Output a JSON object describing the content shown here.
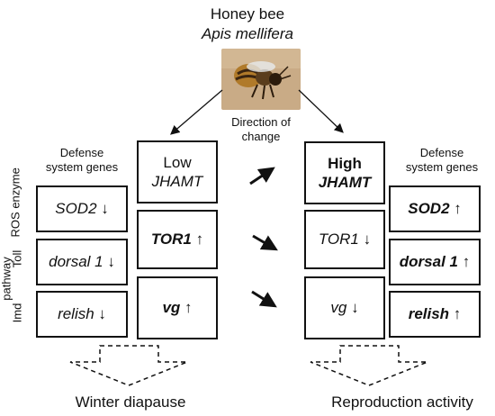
{
  "header": {
    "common_name": "Honey bee",
    "species": "Apis mellifera"
  },
  "direction_label": "Direction of change",
  "left_defense_label": "Defense system genes",
  "right_defense_label": "Defense system genes",
  "pathway_labels": {
    "ros": "ROS enzyme",
    "toll": "Toll",
    "imd": "Imd",
    "pathway": "pathway"
  },
  "left_defense": {
    "sod2": "SOD2 ↓",
    "dorsal": "dorsal 1 ↓",
    "relish": "relish ↓"
  },
  "left_center": {
    "jhamt_level": "Low",
    "jhamt_gene": "JHAMT",
    "tor1": "TOR1 ↑",
    "vg": "vg ↑"
  },
  "right_center": {
    "jhamt_level": "High",
    "jhamt_gene": "JHAMT",
    "tor1": "TOR1 ↓",
    "vg": "vg ↓"
  },
  "right_defense": {
    "sod2": "SOD2 ↑",
    "dorsal": "dorsal 1 ↑",
    "relish": "relish ↑"
  },
  "outcomes": {
    "left": "Winter diapause",
    "right": "Reproduction activity"
  }
}
